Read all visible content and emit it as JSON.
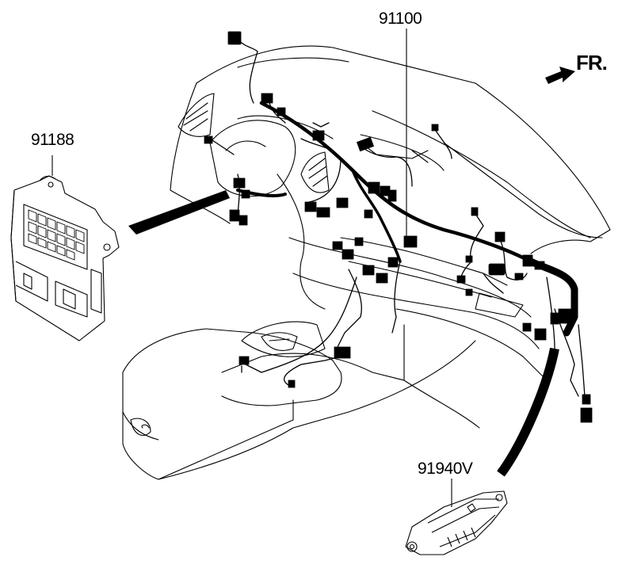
{
  "parts": {
    "main_harness": "91100",
    "junction_box": "91188",
    "module": "91940V"
  },
  "direction": {
    "label": "FR."
  }
}
